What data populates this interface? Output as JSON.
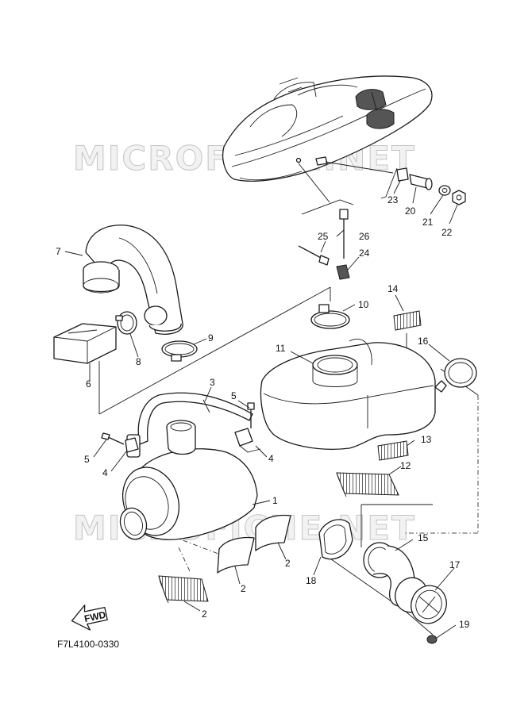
{
  "watermark": "MICROFICHE.NET",
  "diagram_code": "F7L4100-0330",
  "direction_label": "FWD",
  "parts": [
    {
      "id": "p1",
      "label": "1"
    },
    {
      "id": "p2a",
      "label": "2"
    },
    {
      "id": "p2b",
      "label": "2"
    },
    {
      "id": "p2c",
      "label": "2"
    },
    {
      "id": "p3",
      "label": "3"
    },
    {
      "id": "p4a",
      "label": "4"
    },
    {
      "id": "p4b",
      "label": "4"
    },
    {
      "id": "p5a",
      "label": "5"
    },
    {
      "id": "p5b",
      "label": "5"
    },
    {
      "id": "p6",
      "label": "6"
    },
    {
      "id": "p7",
      "label": "7"
    },
    {
      "id": "p8",
      "label": "8"
    },
    {
      "id": "p9",
      "label": "9"
    },
    {
      "id": "p10",
      "label": "10"
    },
    {
      "id": "p11",
      "label": "11"
    },
    {
      "id": "p12",
      "label": "12"
    },
    {
      "id": "p13",
      "label": "13"
    },
    {
      "id": "p14",
      "label": "14"
    },
    {
      "id": "p15",
      "label": "15"
    },
    {
      "id": "p16",
      "label": "16"
    },
    {
      "id": "p17",
      "label": "17"
    },
    {
      "id": "p18",
      "label": "18"
    },
    {
      "id": "p19",
      "label": "19"
    },
    {
      "id": "p20",
      "label": "20"
    },
    {
      "id": "p21",
      "label": "21"
    },
    {
      "id": "p22",
      "label": "22"
    },
    {
      "id": "p23",
      "label": "23"
    },
    {
      "id": "p24",
      "label": "24"
    },
    {
      "id": "p25",
      "label": "25"
    },
    {
      "id": "p26",
      "label": "26"
    }
  ]
}
